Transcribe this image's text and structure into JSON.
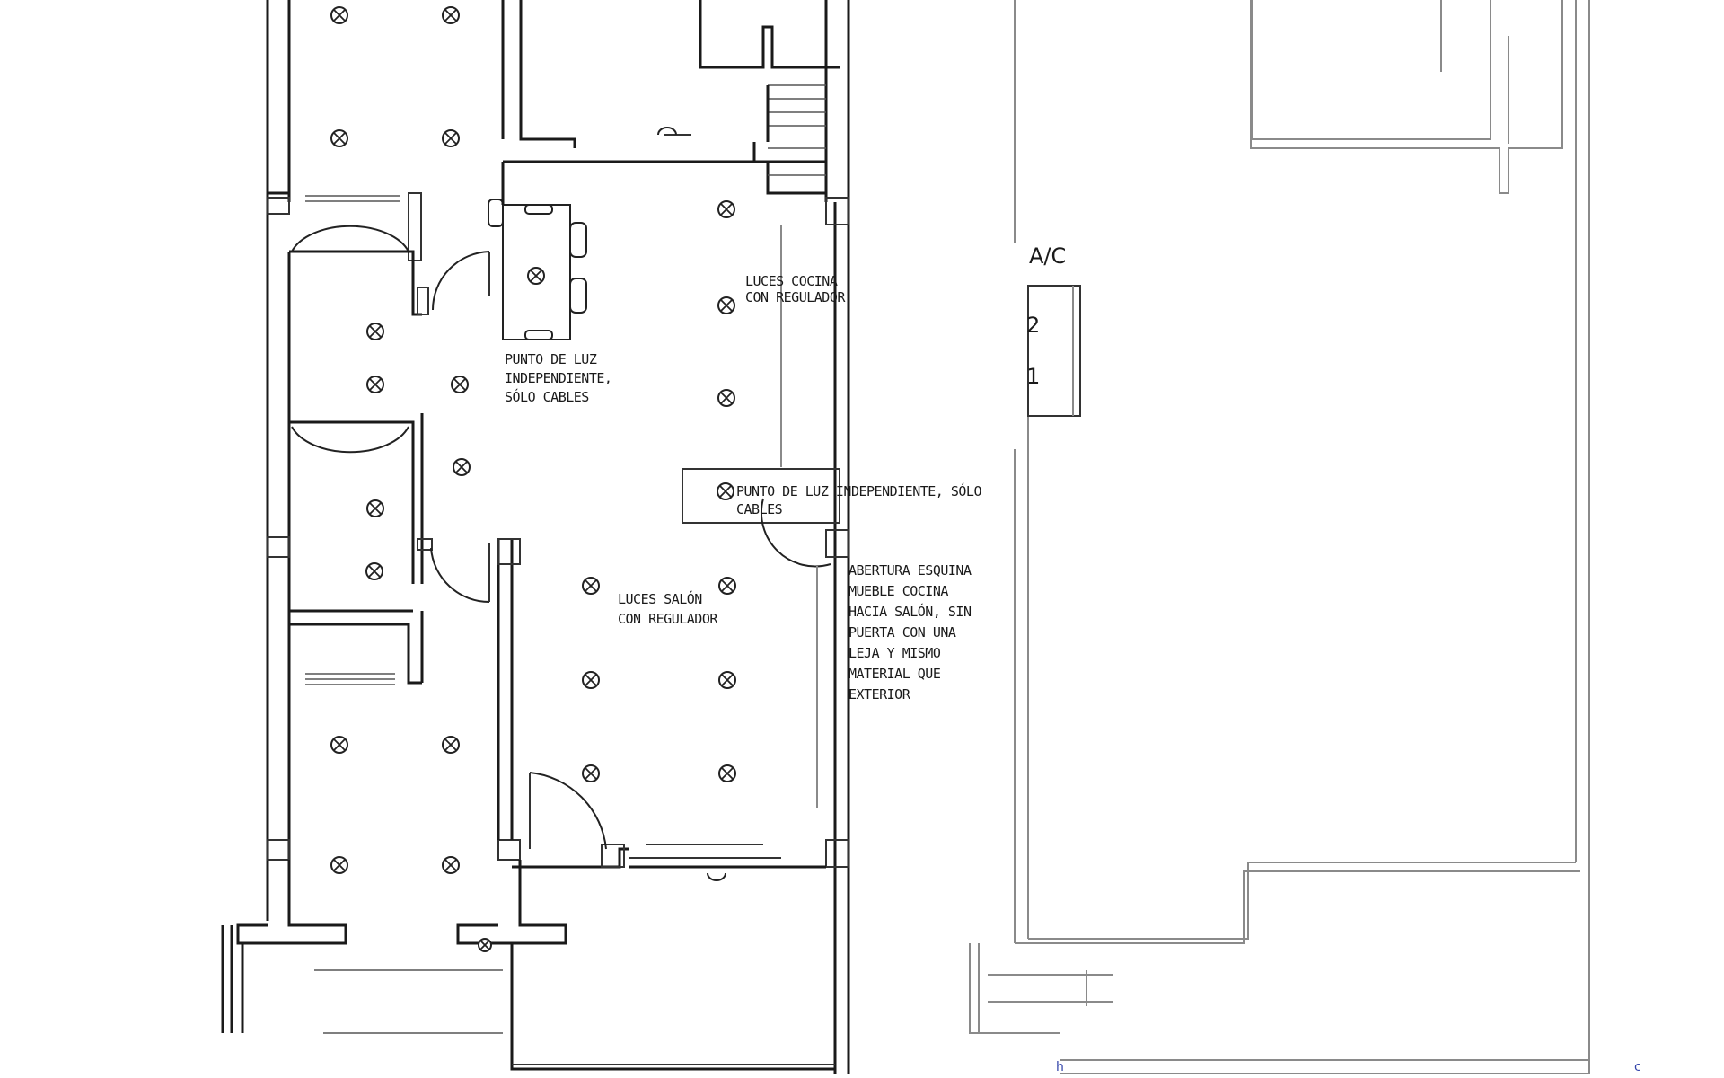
{
  "plan": {
    "labels": {
      "kitchen_lights": [
        "LUCES COCINA",
        "CON REGULADOR"
      ],
      "independent_light_1": [
        "PUNTO DE LUZ",
        "INDEPENDIENTE,",
        "SÓLO CABLES"
      ],
      "independent_light_2": [
        "PUNTO DE LUZ INDEPENDIENTE, SÓLO",
        "CABLES"
      ],
      "living_lights": [
        "LUCES SALÓN",
        "CON REGULADOR"
      ],
      "corner_opening": [
        "ABERTURA ESQUINA",
        "MUEBLE COCINA",
        "HACIA SALÓN, SIN",
        "PUERTA CON UNA",
        "LEJA Y MISMO",
        "MATERIAL QUE",
        "EXTERIOR"
      ],
      "ac_unit": "A/C",
      "ac_num_2": "2",
      "ac_num_1": "1",
      "mark_left": "h",
      "mark_right": "c"
    },
    "colors": {
      "ink": "#1a1a1a",
      "faint": "#8a8a8a",
      "blue_mark": "#3344aa"
    },
    "icons": {
      "ceiling_light": "circle-with-x-icon",
      "ceiling_fixture_half": "half-circle-icon"
    }
  }
}
